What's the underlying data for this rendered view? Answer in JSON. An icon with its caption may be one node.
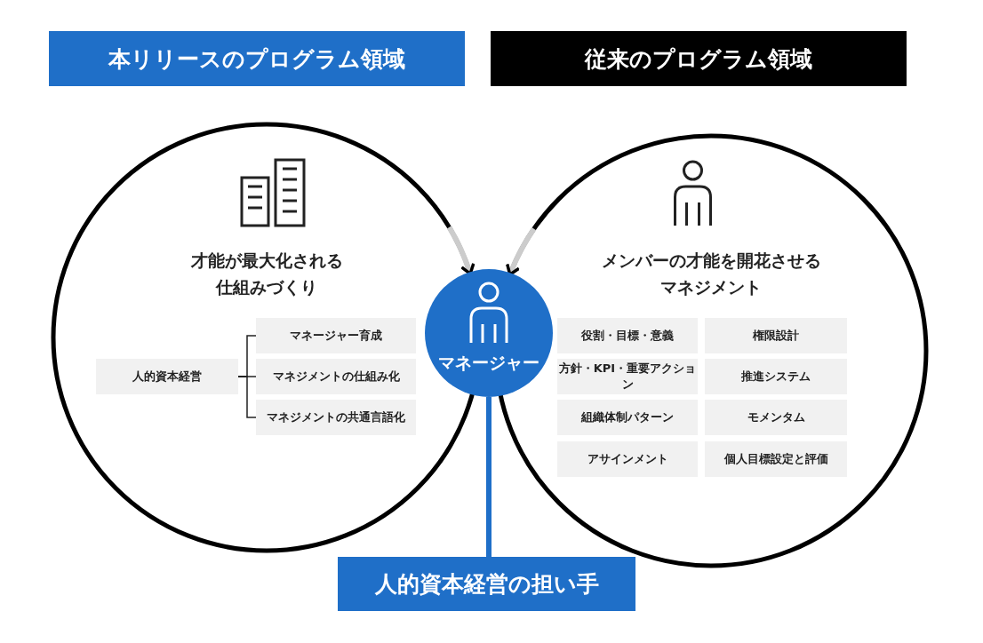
{
  "diagram": {
    "nodes": [
      {
        "text": [
          "本リリースのプログラム領域"
        ]
      },
      {
        "text": [
          "従来のプログラム領域"
        ]
      },
      {
        "text": [
          "才能が最大化される仕組みづくり"
        ]
      },
      {
        "text": [
          "人的資本経営"
        ],
        "in": 2
      },
      {
        "text": [
          "マネージャー育成"
        ],
        "in": 2
      },
      {
        "text": [
          "マネジメントの仕組み化"
        ],
        "in": 2
      },
      {
        "text": [
          "マネジメントの共通言語化"
        ],
        "in": 2
      },
      {
        "text": [
          "メンバーの才能を開花させるマネジメント"
        ]
      },
      {
        "text": [
          "役割・目標・意義"
        ],
        "in": 7
      },
      {
        "text": [
          "権限設計"
        ],
        "in": 7
      },
      {
        "text": [
          "方針・KPI・重要アクション"
        ],
        "in": 7
      },
      {
        "text": [
          "推進システム"
        ],
        "in": 7
      },
      {
        "text": [
          "組織体制パターン"
        ],
        "in": 7
      },
      {
        "text": [
          "モメンタム"
        ],
        "in": 7
      },
      {
        "text": [
          "アサインメント"
        ],
        "in": 7
      },
      {
        "text": [
          "個人目標設定と評価"
        ],
        "in": 7
      },
      {
        "text": [
          "マネージャー"
        ]
      },
      {
        "text": [
          "人的資本経営の担い手"
        ]
      }
    ],
    "edges": [
      {
        "from": 3,
        "to": 4,
        "arrow": "none"
      },
      {
        "from": 3,
        "to": 5,
        "arrow": "none"
      },
      {
        "from": 3,
        "to": 6,
        "arrow": "none"
      },
      {
        "from": 2,
        "to": 16,
        "arrow": "to",
        "style": "thick",
        "color": "#cccccc"
      },
      {
        "from": 7,
        "to": 16,
        "arrow": "to",
        "style": "thick",
        "color": "#cccccc"
      },
      {
        "from": 16,
        "to": 17,
        "arrow": "none",
        "style": "thick",
        "color": "#1f6fc8"
      }
    ]
  }
}
